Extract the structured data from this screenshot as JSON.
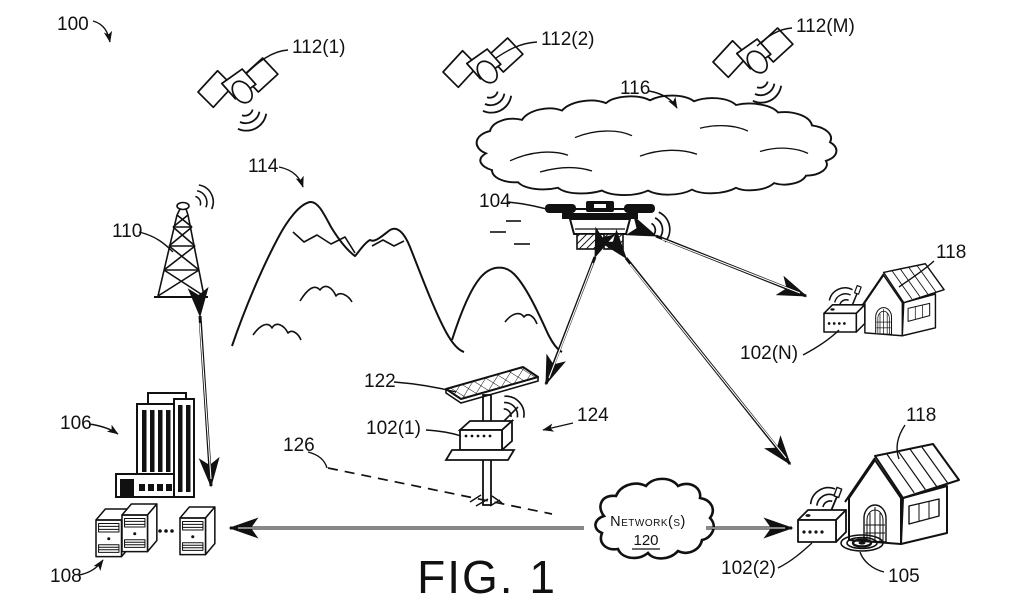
{
  "figure": {
    "caption": "FIG. 1"
  },
  "labels": {
    "system": "100",
    "satellite_1": "112(1)",
    "satellite_2": "112(2)",
    "satellite_m": "112(M)",
    "sky_cloud": "116",
    "mountains": "114",
    "uav": "104",
    "radio_tower": "110",
    "building": "106",
    "servers": "108",
    "solar_panel": "122",
    "device_1": "102(1)",
    "wireless_signal": "124",
    "ground_line": "126",
    "device_n": "102(N)",
    "house_upper": "118",
    "house_lower": "118",
    "device_2": "102(2)",
    "charging_pad": "105"
  },
  "network_cloud": {
    "name": "Network(s)",
    "number": "120"
  }
}
